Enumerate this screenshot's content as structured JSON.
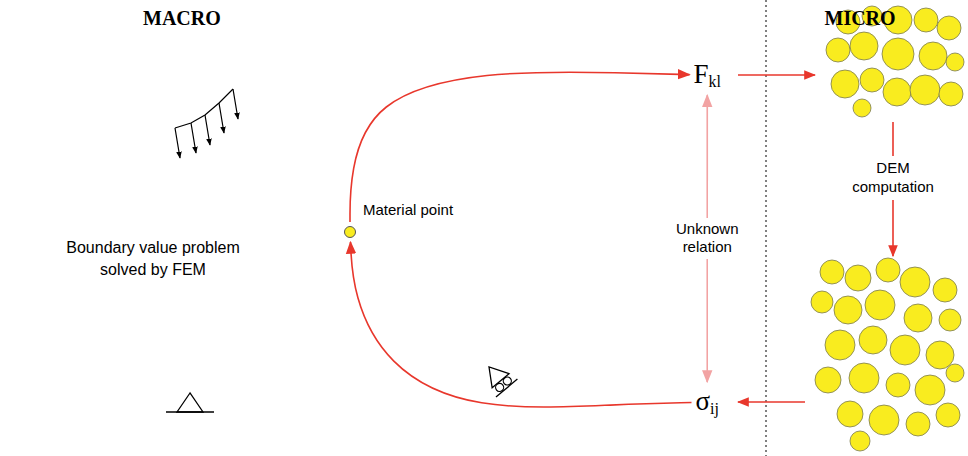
{
  "diagram": {
    "nodes": [
      {
        "text": [
          "Boundary value problem solved by FEM"
        ]
      },
      {
        "text": [
          "Material point"
        ],
        "in": 0
      },
      {
        "text": [
          "F",
          "kl"
        ]
      },
      {
        "text": [
          "σ",
          "ij"
        ]
      }
    ],
    "edges": [
      {
        "from": 1,
        "to": 2,
        "arrow": "to"
      },
      {
        "from": 2,
        "to": 3,
        "arrow": "both",
        "label": "Unknown relation"
      },
      {
        "from": 3,
        "to": 1,
        "arrow": "to"
      }
    ],
    "labels": [
      "MACRO",
      "MICRO",
      "DEM computation"
    ]
  }
}
